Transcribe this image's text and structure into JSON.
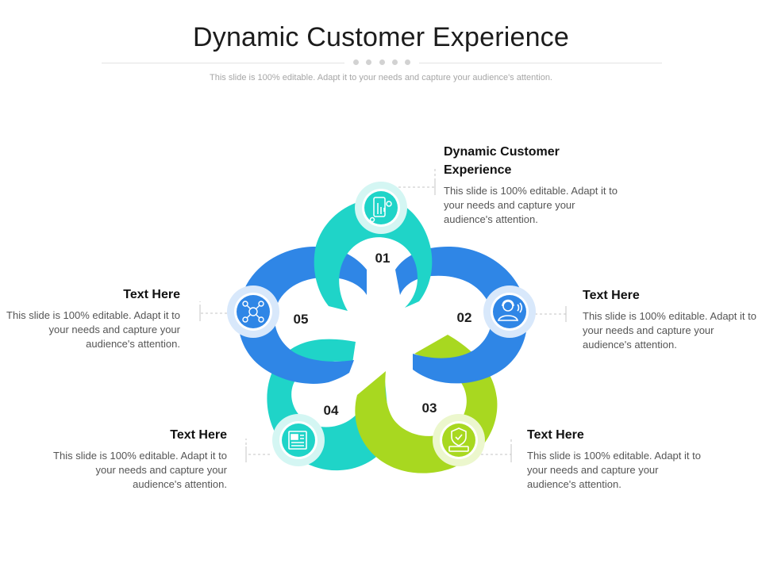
{
  "slide": {
    "title": "Dynamic Customer Experience",
    "subtitle": "This slide is 100% editable. Adapt it to your needs and capture your audience's attention."
  },
  "steps": [
    {
      "number": "01",
      "heading": "Dynamic Customer Experience",
      "body": "This slide is 100% editable. Adapt it to your needs and capture your audience's attention.",
      "icon": "touchscreen-hand-icon",
      "color": "#1fd4c8"
    },
    {
      "number": "02",
      "heading": "Text Here",
      "body": "This slide is 100% editable. Adapt it to your needs and capture your audience's attention.",
      "icon": "customer-support-agent-icon",
      "color": "#2f86e6"
    },
    {
      "number": "03",
      "heading": "Text Here",
      "body": "This slide is 100% editable. Adapt it to your needs and capture your audience's attention.",
      "icon": "shield-device-icon",
      "color": "#a8d820"
    },
    {
      "number": "04",
      "heading": "Text Here",
      "body": "This slide is 100% editable. Adapt it to your needs and capture your audience's attention.",
      "icon": "newspaper-icon",
      "color": "#1fd4c8"
    },
    {
      "number": "05",
      "heading": "Text Here",
      "body": "This slide is 100% editable. Adapt it to your needs and capture your audience's attention.",
      "icon": "network-hub-icon",
      "color": "#2f86e6"
    }
  ]
}
